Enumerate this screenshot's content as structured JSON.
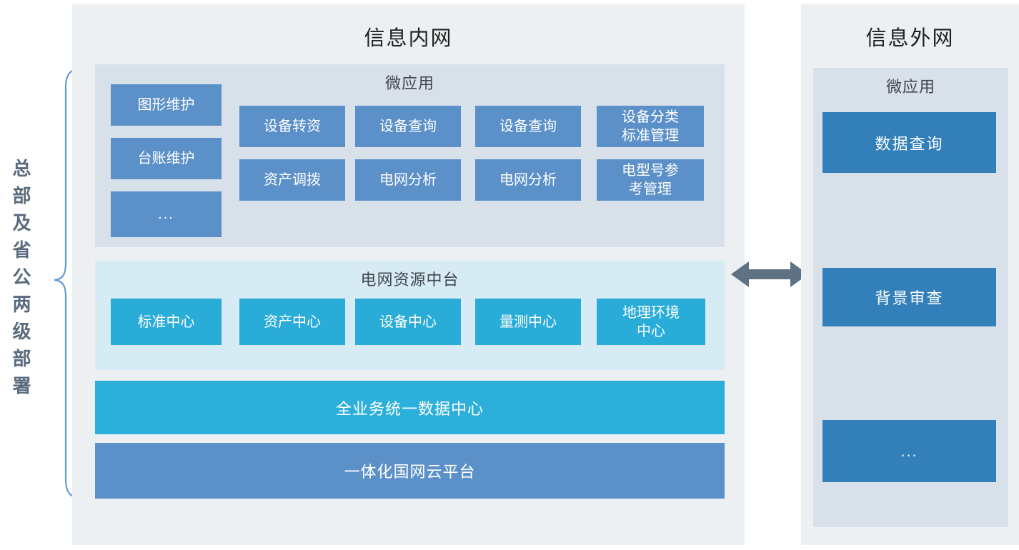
{
  "colors": {
    "panel_bg": "#edf0f2",
    "microapp_section_bg": "#d8e1ea",
    "platform_section_bg": "#d7ebf4",
    "app_box_blue": "#5b90c8",
    "center_box_cyan": "#2aacd8",
    "data_bar_cyan": "#2dafdc",
    "cloud_bar_blue": "#5b90c8",
    "extranet_box_blue": "#327fba",
    "arrow_gray": "#5e7284",
    "brace_blue": "#639bd6",
    "side_label_gray": "#5a6b7e"
  },
  "side_label": {
    "text": "总部及省公两级部署"
  },
  "intranet": {
    "title": "信息内网",
    "microapp": {
      "title": "微应用",
      "left_column": [
        "图形维护",
        "台账维护",
        "..."
      ],
      "grid": [
        [
          "设备转资",
          "设备查询",
          "设备查询",
          "设备分类标准管理"
        ],
        [
          "资产调拨",
          "电网分析",
          "电网分析",
          "电型号参考管理"
        ]
      ]
    },
    "platform": {
      "title": "电网资源中台",
      "centers": [
        "标准中心",
        "资产中心",
        "设备中心",
        "量测中心",
        "地理环境中心"
      ]
    },
    "data_center_bar": "全业务统一数据中心",
    "cloud_bar": "一体化国网云平台"
  },
  "extranet": {
    "title": "信息外网",
    "microapp": {
      "title": "微应用",
      "apps": [
        "数据查询",
        "背景审查",
        "..."
      ]
    }
  }
}
